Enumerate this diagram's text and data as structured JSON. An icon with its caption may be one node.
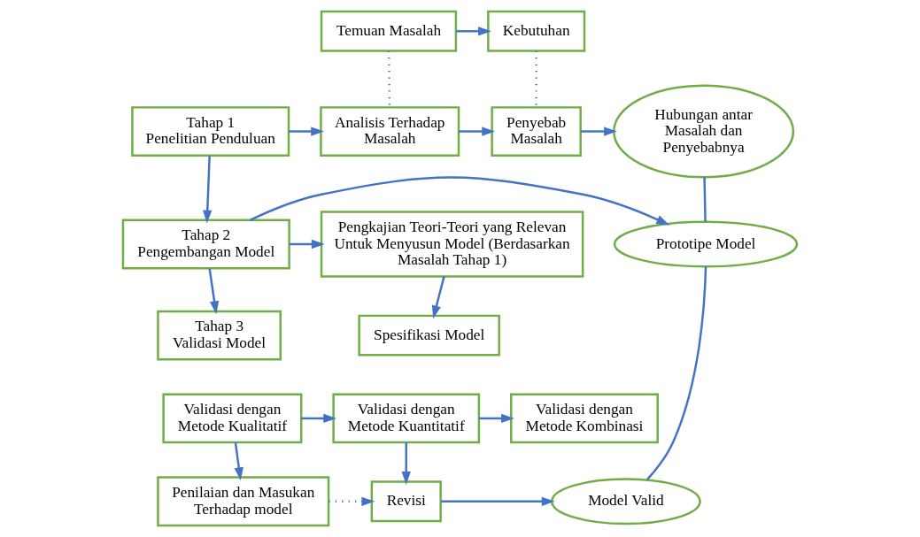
{
  "diagram": {
    "nodes": [
      {
        "text": [
          "Temuan Masalah"
        ]
      },
      {
        "text": [
          "Kebutuhan"
        ]
      },
      {
        "text": [
          "Tahap 1 Penelitian Penduluan"
        ]
      },
      {
        "text": [
          "Analisis Terhadap Masalah"
        ]
      },
      {
        "text": [
          "Penyebab Masalah"
        ]
      },
      {
        "text": [
          "Hubungan antar Masalah dan Penyebabnya"
        ]
      },
      {
        "text": [
          "Tahap 2 Pengembangan Model"
        ]
      },
      {
        "text": [
          "Pengkajian Teori-Teori yang Relevan Untuk Menyusun Model (Berdasarkan Masalah Tahap 1)"
        ]
      },
      {
        "text": [
          "Prototipe Model"
        ]
      },
      {
        "text": [
          "Spesifikasi Model"
        ]
      },
      {
        "text": [
          "Tahap 3 Validasi Model"
        ]
      },
      {
        "text": [
          "Validasi dengan Metode Kualitatif"
        ]
      },
      {
        "text": [
          "Validasi dengan Metode Kuantitatif"
        ]
      },
      {
        "text": [
          "Validasi dengan Metode Kombinasi"
        ]
      },
      {
        "text": [
          "Penilaian dan Masukan Terhadap model"
        ]
      },
      {
        "text": [
          "Revisi"
        ]
      },
      {
        "text": [
          "Model Valid"
        ]
      }
    ],
    "edges": [
      {
        "from": 0,
        "to": 1,
        "arrow": "to"
      },
      {
        "from": 0,
        "to": 3,
        "arrow": "none",
        "style": "dashed"
      },
      {
        "from": 1,
        "to": 4,
        "arrow": "none",
        "style": "dashed"
      },
      {
        "from": 2,
        "to": 3,
        "arrow": "to"
      },
      {
        "from": 3,
        "to": 4,
        "arrow": "to"
      },
      {
        "from": 4,
        "to": 5,
        "arrow": "to"
      },
      {
        "from": 2,
        "to": 6,
        "arrow": "to"
      },
      {
        "from": 6,
        "to": 7,
        "arrow": "to"
      },
      {
        "from": 6,
        "to": 8,
        "arrow": "to"
      },
      {
        "from": 7,
        "to": 9,
        "arrow": "to"
      },
      {
        "from": 6,
        "to": 10,
        "arrow": "to"
      },
      {
        "from": 5,
        "to": 8,
        "arrow": "none"
      },
      {
        "from": 11,
        "to": 12,
        "arrow": "to"
      },
      {
        "from": 12,
        "to": 13,
        "arrow": "to"
      },
      {
        "from": 11,
        "to": 14,
        "arrow": "to"
      },
      {
        "from": 12,
        "to": 15,
        "arrow": "to"
      },
      {
        "from": 14,
        "to": 15,
        "arrow": "to",
        "style": "dashed"
      },
      {
        "from": 15,
        "to": 16,
        "arrow": "to"
      },
      {
        "from": 8,
        "to": 16,
        "arrow": "none"
      }
    ]
  }
}
